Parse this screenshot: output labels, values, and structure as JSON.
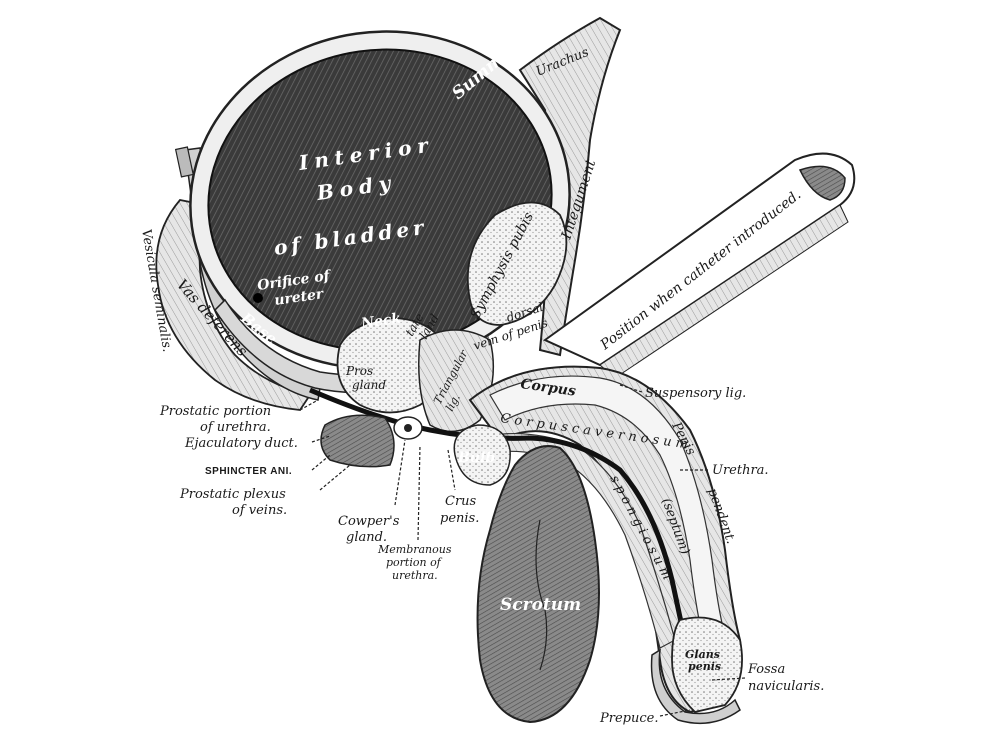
{
  "labels": {
    "summit": "Summit",
    "urachus": "Urachus",
    "interior_line1": "Interior",
    "interior_line2": "Body",
    "interior_line3": "of bladder",
    "orifice_line1": "Orifice of",
    "orifice_line2": "ureter",
    "base": "Base",
    "neck": "Neck",
    "vas_deferens": "Vas deferens",
    "vesicula_seminalis": "Vesicula seminalis.",
    "prostate_gland_line1": "Pros",
    "prostate_gland_line2": "gland",
    "prostate_cont_line1": "tate",
    "prostate_cont_line2": "land",
    "triangular_lig_line1": "Triangular",
    "triangular_lig_line2": "lig.",
    "symphysis_pubis": "Symphysis pubis",
    "integument": "Integument",
    "dorsal_vein_line1": "dorsal",
    "dorsal_vein_line2": "vein of penis",
    "position_catheter": "Position when catheter introduced.",
    "suspensory_lig": "Suspensory lig.",
    "corpus": "Corpus",
    "corpus_cavernosum": "C o r p u s   c a v e r n o s u m",
    "corpus_spongiosum": "s p o n g i o s u m",
    "septum": "(septum)",
    "penis_pendent_line1": "Penis",
    "penis_pendent_line2": "pendent.",
    "urethra": "Urethra.",
    "bulb": "Bulb",
    "crus_penis_line1": "Crus",
    "crus_penis_line2": "penis.",
    "scrotum": "Scrotum",
    "glans_penis_line1": "Glans",
    "glans_penis_line2": "penis",
    "fossa_navicularis_line1": "Fossa",
    "fossa_navicularis_line2": "navicularis.",
    "prepuce": "Prepuce.",
    "prostatic_portion_line1": "Prostatic portion",
    "prostatic_portion_line2": "of urethra.",
    "ejaculatory_duct": "Ejaculatory duct.",
    "sphincter_ani": "SPHINCTER ANI.",
    "prostatic_plexus_line1": "Prostatic plexus",
    "prostatic_plexus_line2": "of veins.",
    "cowpers_gland_line1": "Cowper's",
    "cowpers_gland_line2": "gland.",
    "membranous_line1": "Membranous",
    "membranous_line2": "portion of",
    "membranous_line3": "urethra."
  }
}
